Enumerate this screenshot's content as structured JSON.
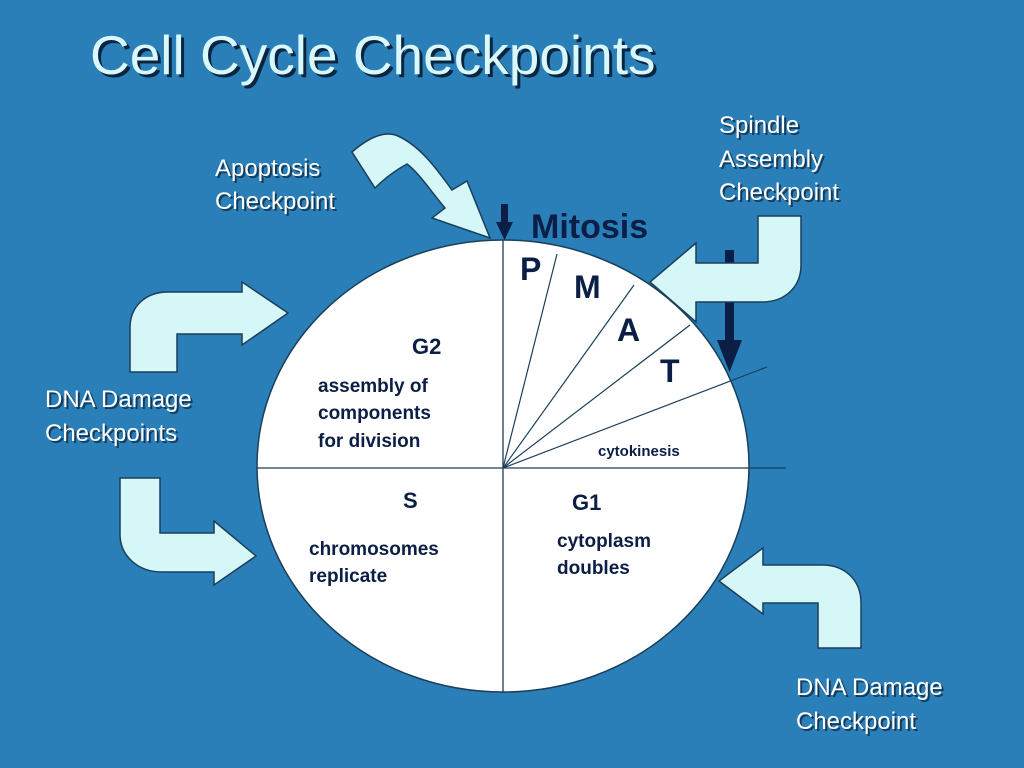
{
  "title": "Cell Cycle Checkpoints",
  "mitosis_label": "Mitosis",
  "mitosis_phases": [
    "P",
    "M",
    "A",
    "T"
  ],
  "cytokinesis_label": "cytokinesis",
  "phases": {
    "g2": {
      "label": "G2",
      "desc": [
        "assembly of",
        "components",
        "for division"
      ]
    },
    "s": {
      "label": "S",
      "desc": [
        "chromosomes",
        "replicate"
      ]
    },
    "g1": {
      "label": "G1",
      "desc": [
        "cytoplasm",
        "doubles"
      ]
    }
  },
  "checkpoints": {
    "apoptosis": [
      "Apoptosis",
      "Checkpoint"
    ],
    "spindle": [
      "Spindle",
      "Assembly",
      "Checkpoint"
    ],
    "dna_damage_left": [
      "DNA Damage",
      "Checkpoints"
    ],
    "dna_damage_right": [
      "DNA Damage",
      "Checkpoint"
    ]
  },
  "colors": {
    "background": "#2a7fb8",
    "title": "#d8f8fb",
    "arrow_fill": "#d5f7f7",
    "dark_arrow": "#0b1e45",
    "circle_fill": "#ffffff",
    "label_text": "#0b1e45"
  }
}
